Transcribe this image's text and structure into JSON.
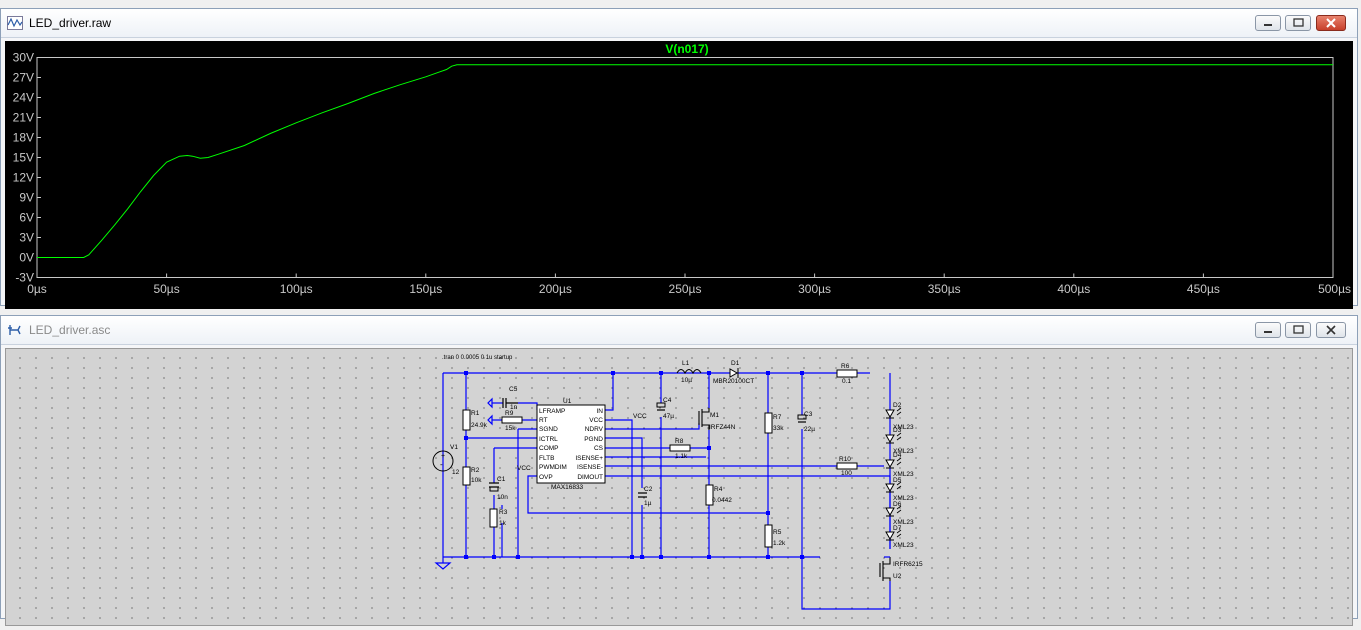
{
  "waveform_window": {
    "title": "LED_driver.raw",
    "trace_label": "V(n017)"
  },
  "schematic_window": {
    "title": "LED_driver.asc",
    "directive": ".tran 0 0.0005 0 1u startup",
    "components": {
      "L1": {
        "ref": "L1",
        "value": "10µ"
      },
      "D1": {
        "ref": "D1",
        "value": "MBR20100CT"
      },
      "R6": {
        "ref": "R6",
        "value": "0.1"
      },
      "C5": {
        "ref": "C5",
        "value": "1n"
      },
      "U1": {
        "ref": "U1",
        "part": "MAX16833"
      },
      "C4": {
        "ref": "C4",
        "value": "47µ"
      },
      "M1": {
        "ref": "M1",
        "value": "IRFZ44N"
      },
      "R1": {
        "ref": "R1",
        "value": "24.9k"
      },
      "R9": {
        "ref": "R9",
        "value": "15k"
      },
      "R7": {
        "ref": "R7",
        "value": "33k"
      },
      "C3": {
        "ref": "C3",
        "value": "22µ"
      },
      "R8": {
        "ref": "R8",
        "value": "1.1k"
      },
      "V1": {
        "ref": "V1",
        "value": "12"
      },
      "R10": {
        "ref": "R10",
        "value": "100"
      },
      "R2": {
        "ref": "R2",
        "value": "10k"
      },
      "C1": {
        "ref": "C1",
        "value": "10n"
      },
      "C2": {
        "ref": "C2",
        "value": "1µ"
      },
      "R4": {
        "ref": "R4",
        "value": "0.0442"
      },
      "R3": {
        "ref": "R3",
        "value": "1k"
      },
      "R5": {
        "ref": "R5",
        "value": "1.2k"
      },
      "U2": {
        "ref": "U2",
        "value": "IRFR6215"
      }
    },
    "u1_pins_left": [
      "LFRAMP",
      "RT",
      "SGND",
      "ICTRL",
      "COMP",
      "FLTB",
      "PWMDIM",
      "OVP"
    ],
    "u1_pins_right": [
      "IN",
      "VCC",
      "NDRV",
      "PGND",
      "CS",
      "ISENSE+",
      "ISENSE-",
      "DIMOUT"
    ],
    "net_labels": {
      "vcc_right": "VCC",
      "vcc_left": "VCC"
    },
    "leds": [
      {
        "ref": "D2",
        "value": "XML23"
      },
      {
        "ref": "D3",
        "value": "XML23"
      },
      {
        "ref": "D4",
        "value": "XML23"
      },
      {
        "ref": "D5",
        "value": "XML23"
      },
      {
        "ref": "D6",
        "value": "XML23"
      },
      {
        "ref": "D7",
        "value": "XML23"
      }
    ]
  },
  "colors": {
    "trace": "#00ff00",
    "plot_bg": "#000000",
    "wire": "#0000ff",
    "schematic_bg": "#d3d3d3"
  },
  "chart_data": {
    "type": "line",
    "title": "V(n017)",
    "xlabel": "",
    "ylabel": "",
    "x_ticks": [
      "0µs",
      "50µs",
      "100µs",
      "150µs",
      "200µs",
      "250µs",
      "300µs",
      "350µs",
      "400µs",
      "450µs",
      "500µs"
    ],
    "y_ticks": [
      "30V",
      "27V",
      "24V",
      "21V",
      "18V",
      "15V",
      "12V",
      "9V",
      "6V",
      "3V",
      "0V",
      "-3V"
    ],
    "xlim": [
      0,
      500
    ],
    "ylim": [
      -3,
      30
    ],
    "grid": false,
    "series": [
      {
        "x": [
          0,
          18,
          20,
          25,
          30,
          35,
          40,
          45,
          50,
          55,
          58,
          60,
          63,
          66,
          70,
          80,
          90,
          100,
          110,
          120,
          130,
          140,
          150,
          155,
          158,
          160,
          162,
          165,
          200,
          250,
          300,
          350,
          400,
          450,
          500
        ],
        "values": [
          0,
          0,
          0.4,
          2.6,
          4.9,
          7.3,
          9.9,
          12.3,
          14.3,
          15.2,
          15.3,
          15.2,
          14.9,
          15.0,
          15.5,
          16.8,
          18.6,
          20.2,
          21.7,
          23.1,
          24.6,
          25.9,
          27.1,
          27.8,
          28.2,
          28.7,
          28.9,
          28.9,
          28.9,
          28.9,
          28.9,
          28.9,
          28.9,
          28.9,
          28.9
        ]
      }
    ]
  }
}
